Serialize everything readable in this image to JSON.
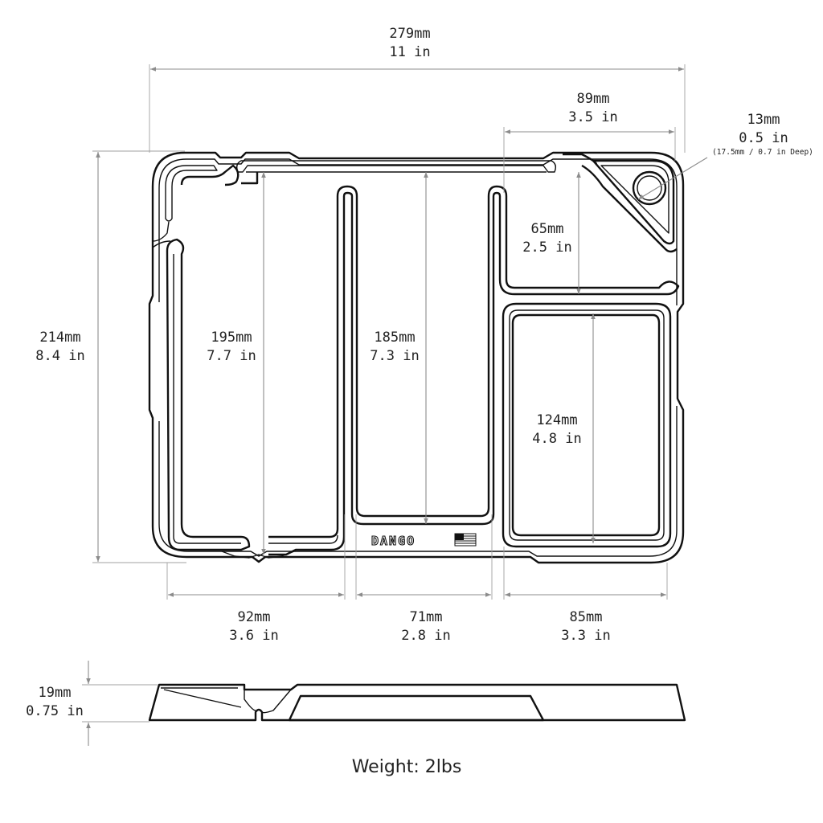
{
  "dimensions": {
    "overall_width": {
      "mm": "279mm",
      "in": "11 in"
    },
    "corner_section_width": {
      "mm": "89mm",
      "in": "3.5 in"
    },
    "hole_diameter": {
      "mm": "13mm",
      "in": "0.5 in",
      "note": "(17.5mm / 0.7 in Deep)"
    },
    "overall_height": {
      "mm": "214mm",
      "in": "8.4 in"
    },
    "left_compartment_length": {
      "mm": "195mm",
      "in": "7.7 in"
    },
    "middle_compartment_length": {
      "mm": "185mm",
      "in": "7.3 in"
    },
    "small_compartment_length": {
      "mm": "65mm",
      "in": "2.5 in"
    },
    "right_compartment_length": {
      "mm": "124mm",
      "in": "4.8 in"
    },
    "left_compartment_width": {
      "mm": "92mm",
      "in": "3.6 in"
    },
    "middle_compartment_width": {
      "mm": "71mm",
      "in": "2.8 in"
    },
    "right_compartment_width": {
      "mm": "85mm",
      "in": "3.3 in"
    },
    "side_height": {
      "mm": "19mm",
      "in": "0.75 in"
    }
  },
  "logo": {
    "text": "DANGO",
    "flag_icon": "us-flag-icon"
  },
  "weight": {
    "label": "Weight: 2lbs"
  }
}
